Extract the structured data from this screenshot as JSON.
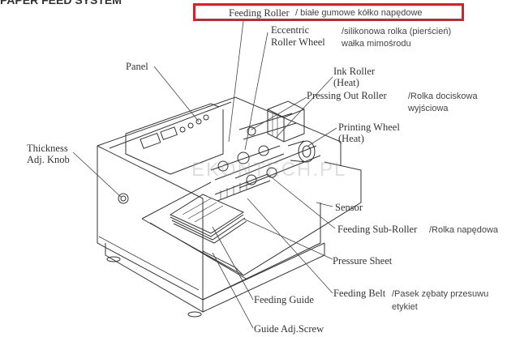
{
  "header_cut": "PAPER FEED SYSTEM",
  "watermark": "EKONTECH.PL",
  "highlight_color": "#d2232a",
  "labels": {
    "feeding_roller": "Feeding Roller",
    "feeding_roller_pl": "/ białe gumowe kółko napędowe",
    "eccentric_1": "Eccentric",
    "eccentric_2": "Roller Wheel",
    "eccentric_pl_1": "/silikonowa rolka (pierścień)",
    "eccentric_pl_2": "wałka mimośrodu",
    "panel": "Panel",
    "ink_roller_1": "Ink Roller",
    "ink_roller_2": "(Heat)",
    "pressing_out": "Pressing  Out Roller",
    "pressing_pl_1": "/Rolka dociskowa",
    "pressing_pl_2": "wyjściowa",
    "printing_wheel_1": "Printing Wheel",
    "printing_wheel_2": "(Heat)",
    "thickness_1": "Thickness",
    "thickness_2": "Adj. Knob",
    "sensor": "Sensor",
    "feeding_sub": "Feeding Sub-Roller",
    "feeding_sub_pl": "/Rolka napędowa",
    "pressure_sheet": "Pressure Sheet",
    "feeding_belt": "Feeding Belt",
    "feeding_belt_pl_1": "/Pasek zębaty przesuwu",
    "feeding_belt_pl_2": "etykiet",
    "feeding_guide": "Feeding Guide",
    "guide_screw": "Guide Adj.Screw"
  }
}
